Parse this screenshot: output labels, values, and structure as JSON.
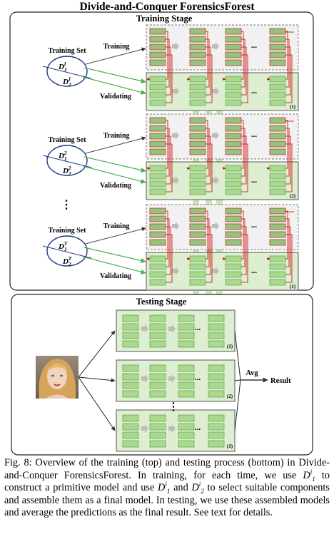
{
  "title": "Divide-and-Conquer ForensicsForest",
  "training": {
    "stage_label": "Training Stage",
    "training_set_label": "Training Set",
    "training_arrow_label": "Training",
    "validating_arrow_label": "Validating",
    "ellipsis": "...",
    "blocks": [
      {
        "d1_base": "D",
        "d1_sub": "1",
        "d1_sup": "1",
        "d2_base": "D",
        "d2_sub": "2",
        "d2_sup": "1",
        "index_label": "(1)"
      },
      {
        "d1_base": "D",
        "d1_sub": "1",
        "d1_sup": "2",
        "d2_base": "D",
        "d2_sub": "2",
        "d2_sup": "2",
        "index_label": "(2)"
      },
      {
        "d1_base": "D",
        "d1_sub": "1",
        "d1_sup": "T",
        "d2_base": "D",
        "d2_sub": "2",
        "d2_sup": "T",
        "index_label": "(1)"
      }
    ]
  },
  "testing": {
    "stage_label": "Testing Stage",
    "ellipsis": "...",
    "avg_label": "Avg",
    "result_label": "Result",
    "model_labels": [
      "(1)",
      "(2)",
      "(1)"
    ]
  },
  "colors": {
    "model_fill": "#ddeed1",
    "model_border": "#555555",
    "cell_fill": "#a9d88f",
    "cell_border": "#6aa84f",
    "dashed_fill": "#f1f1f1",
    "trained_cell": "#93c47d",
    "trained_border": "#c0392b",
    "red_line": "#cc0000",
    "green_line": "#4caf50",
    "column_bar": "#c5e0b4"
  },
  "caption": {
    "fig": "Fig. 8:",
    "line1": "Overview of the training (top) and testing process (bottom) in Divide-and-Conquer ForensicsForest. In training, for each time, we use",
    "line2": "to construct a primitive model and use",
    "and": "and",
    "line3": "to select suitable components and assemble them as a final model. In testing, we use these assembled models and average the predictions as the final result. See text for details.",
    "sym_base": "D",
    "sym_sup": "i",
    "d1_sub": "1",
    "d2_sub": "2"
  }
}
